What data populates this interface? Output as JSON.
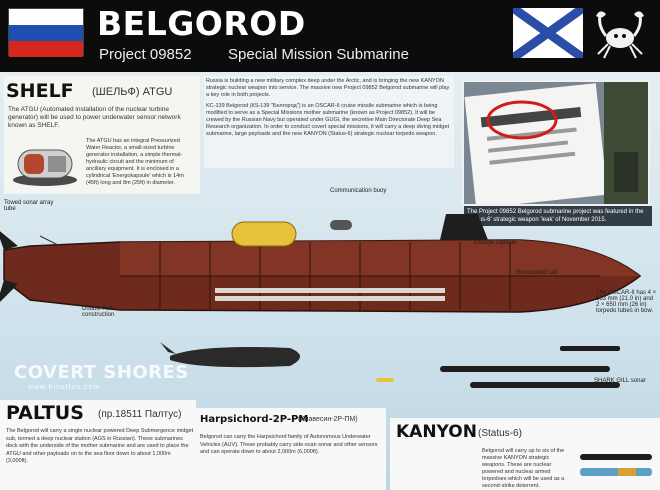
{
  "header": {
    "title": "BELGOROD",
    "project": "Project 09852",
    "type": "Special Mission Submarine",
    "flag_colors": [
      "#ffffff",
      "#1d4fb0",
      "#d7261e"
    ],
    "navy_flag_colors": {
      "field": "#ffffff",
      "cross": "#2a4ea8"
    },
    "emblem": "crab-icon"
  },
  "shelf": {
    "title": "SHELF",
    "subtitle": "(ШЕЛЬФ) ATGU",
    "text": "The ATGU (Automated installation of the nuclear turbine generator) will be used to power underwater sensor network known as SHELF.",
    "detail": "The ATGU has an integral Pressurized Water Reactor, a small-sized turbine generator installation, a simple thermal-hydraulic circuit and the minimum of ancillary equipment. It is enclosed in a cylindrical 'Energokapsule' which is 14m (45ft) long and 8m (25ft) in diameter."
  },
  "intro": {
    "p1": "Russia is building a new military complex deep under the Arctic, and is bringing the new KANYON strategic nuclear weapon into service. The massive new Project 09852 Belgorod submarine will play a key role in both projects.",
    "p2": "KC-139 Belgorod (КS-139 \"Белгород\") is an OSCAR-II cruise missile submarine which is being modified to serve as a Special Missions mother submarine (known as Project 09852). It will be crewed by the Russian Navy but operated under GUGI, the secretive Main Directorate Deep Sea Research organization. In order to conduct covert special missions, it will carry a deep diving midget submarine, large payloads and the new KANYON (Status-6) strategic nuclear torpedo weapon."
  },
  "photo": {
    "caption": "The Project 09852 Belgorod submarine project was featured in the 'Status-6' strategic weapon 'leak' of November 2015."
  },
  "callouts": {
    "towed_sonar": "Towed sonar array tube",
    "communication_buoy": "Communication buoy",
    "escape_capsule": "Escape capsule",
    "remodeled_sail": "Remodeled sail",
    "double_hull": "Double-hull construction",
    "torpedo_tubes": "The OSCAR-II has 4 × 533 mm (21.0 in) and 2 × 650 mm (26 in) torpedo tubes in bow.",
    "shark_gill": "SHARK GILL sonar"
  },
  "watermark": {
    "brand": "COVERT SHORES",
    "url": "www.hisutton.com"
  },
  "paltus": {
    "title": "PALTUS",
    "subtitle": "(пр.18511 Палтус)",
    "text": "The Belgorod will carry a single nuclear powered Deep Submergence midget sub, termed a deep nuclear station (AGS in Russian). These submarines dock with the underside of the mother submarine and are used to place the ATGU and other payloads on to the sea floor down to about 1,000m (3,000ft)."
  },
  "harpsichord": {
    "title": "Harpsichord-2P-PM",
    "subtitle": "(Клавесин-2Р-ПМ)",
    "text": "Belgorod can carry the Harpsichord family of Autonomous Underwater Vehicles (AUV). These probably carry side-scan sonar and other sensors and can operate down to about 2,000m (6,000ft)."
  },
  "kanyon": {
    "title": "KANYON",
    "subtitle": "(Status-6)",
    "text": "Belgorod will carry up to six of the massive KANYON strategic weapons. These are nuclear powered and nuclear armed torpedoes which will be used as a second-strike deterrent."
  }
}
